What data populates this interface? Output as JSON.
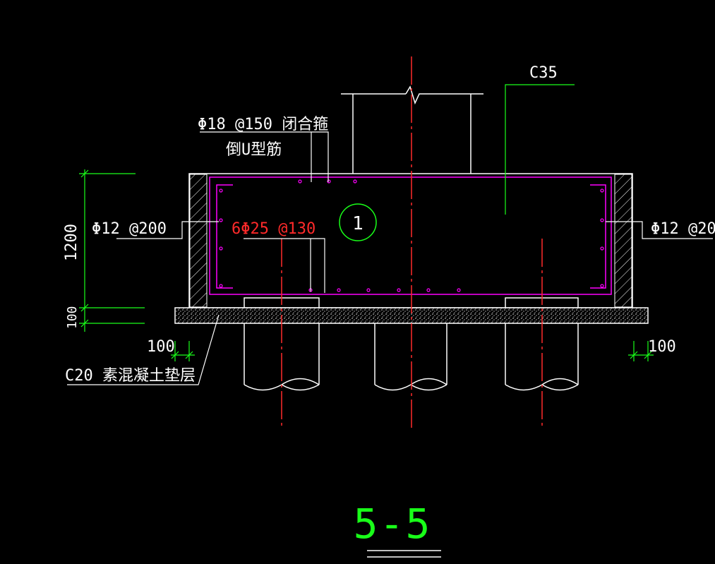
{
  "concrete_grade": "C35",
  "labels": {
    "top_stirrup": "Φ18 @150 闭合箍",
    "top_stirrup_2": "倒U型筋",
    "side_left": "Φ12 @200",
    "side_right": "Φ12 @20",
    "main_bar": "6Φ25 @130",
    "cushion": "C20 素混凝土垫层"
  },
  "marker_number": "1",
  "dimensions": {
    "height": "1200",
    "cushion_thickness": "100",
    "offset_left": "100",
    "offset_right": "100"
  },
  "section_title": "5-5",
  "colors": {
    "background": "#000000",
    "line": "#ffffff",
    "rebar": "#ff00ff",
    "centerline": "#ff2a2a",
    "leader": "#19ff19",
    "title": "#19ff19"
  }
}
